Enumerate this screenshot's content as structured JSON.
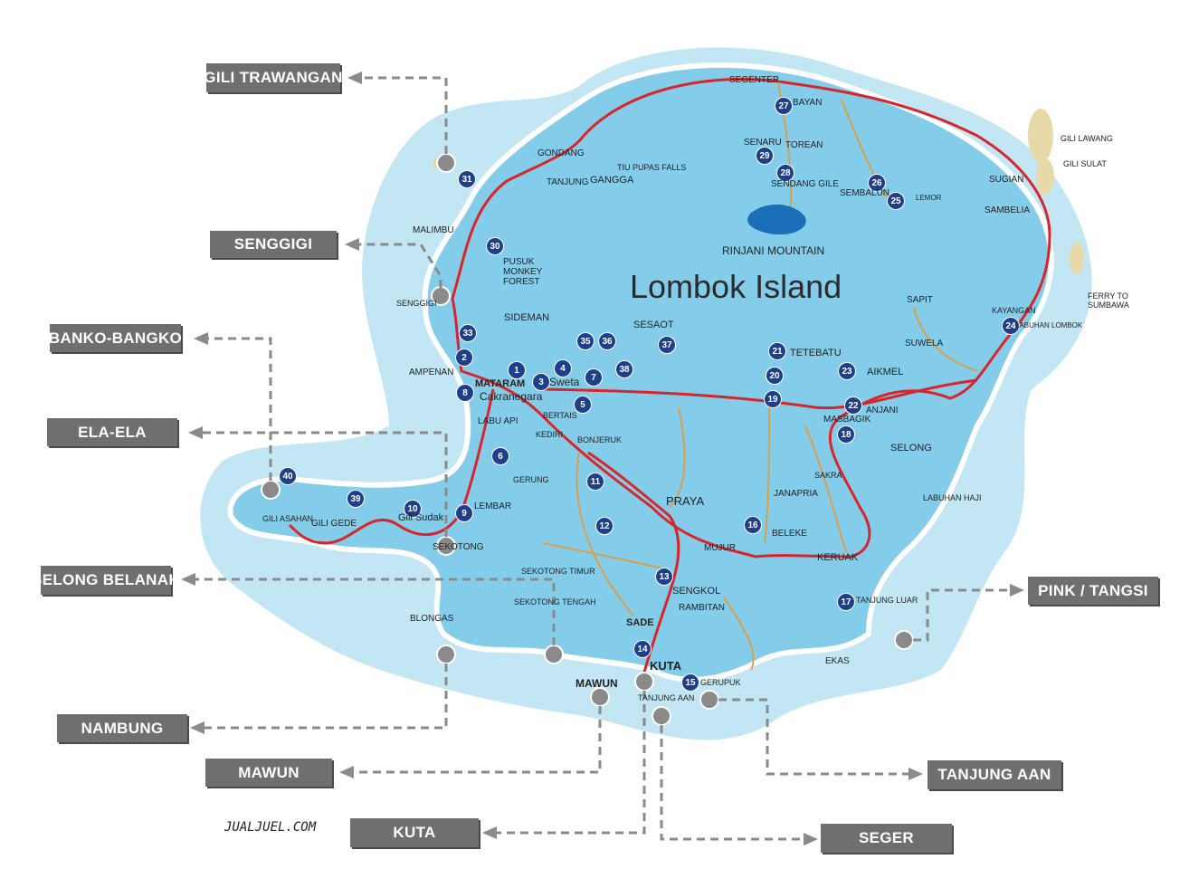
{
  "map": {
    "title": "Lombok Island",
    "watermark": "JUALJUEL.COM",
    "colors": {
      "sea": "#bfe3f3",
      "island": "#7fcbe8",
      "road": "#d7262b",
      "minor_road": "#e39a3c",
      "label_bg": "#6f6f6f",
      "marker": "#8a8a8a"
    }
  },
  "destinations": [
    {
      "id": "gili-trawangan",
      "label": "GILI TRAWANGAN"
    },
    {
      "id": "senggigi",
      "label": "SENGGIGI"
    },
    {
      "id": "banko-bangko",
      "label": "BANKO-BANGKO"
    },
    {
      "id": "ela-ela",
      "label": "ELA-ELA"
    },
    {
      "id": "selong-belanak",
      "label": "SELONG BELANAK"
    },
    {
      "id": "nambung",
      "label": "NAMBUNG"
    },
    {
      "id": "mawun",
      "label": "MAWUN"
    },
    {
      "id": "kuta",
      "label": "KUTA"
    },
    {
      "id": "pink-tangsi",
      "label": "PINK / TANGSI"
    },
    {
      "id": "tanjung-aan",
      "label": "TANJUNG AAN"
    },
    {
      "id": "seger",
      "label": "SEGER"
    }
  ],
  "places": {
    "segenter": "SEGENTER",
    "bayan": "BAYAN",
    "senaru": "SENARU",
    "torean": "TOREAN",
    "gondang": "GONDANG",
    "tanjung": "TANJUNG",
    "gangga": "GANGGA",
    "tiu_pupas": "TIU PUPAS FALLS",
    "sendang_gile": "SENDANG GILE",
    "sembalun": "SEMBALUN",
    "lemor": "LEMOR",
    "rinjani": "RINJANI MOUNTAIN",
    "gili_lawang": "GILI LAWANG",
    "gili_sulat": "GILI SULAT",
    "sugian": "SUGIAN",
    "sambelia": "SAMBELIA",
    "ferry": "FERRY TO SUMBAWA",
    "kayangan": "KAYANGAN",
    "labuhan_lombok": "LABUHAN LOMBOK",
    "sapit": "SAPIT",
    "malimbu": "MALIMBU",
    "pusuk": "PUSUK MONKEY FOREST",
    "senggigi": "SENGGIGI",
    "sideman": "SIDEMAN",
    "sesaot": "SESAOT",
    "mataram": "MATARAM",
    "cakranegara": "Cakranegara",
    "sweta": "Sweta",
    "ampenan": "AMPENAN",
    "tetebatu": "TETEBATU",
    "aikmel": "AIKMEL",
    "suwela": "SUWELA",
    "masbagik": "MASBAGIK",
    "selong": "SELONG",
    "anjani": "ANJANI",
    "labu_api": "LABU API",
    "kediri": "KEDIRI",
    "bertais": "BERTAIS",
    "bonjeruk": "BONJERUK",
    "praya": "PRAYA",
    "janapria": "JANAPRIA",
    "beleke": "BELEKE",
    "mujur": "MUJUR",
    "keruak": "KERUAK",
    "lembar": "LEMBAR",
    "sekotong": "SEKOTONG",
    "gili_sudak": "Gili Sudak",
    "gili_gede": "GILI GEDE",
    "gili_asahan": "GILI ASAHAN",
    "sengkol": "SENGKOL",
    "rambitan": "RAMBITAN",
    "sade": "SADE",
    "kuta": "KUTA",
    "mawun": "MAWUN",
    "gerupuk": "GERUPUK",
    "tanjung_aan": "TANJUNG AAN",
    "blongas": "BLONGAS",
    "ekas": "EKAS",
    "tanjung_luar": "TANJUNG LUAR",
    "labuhan_haji": "LABUHAN HAJI",
    "sakra": "SAKRA",
    "gerung": "GERUNG",
    "sekotong_timur": "SEKOTONG TIMUR",
    "sekotong_tengah": "SEKOTONG TENGAH"
  },
  "numbered_sites": [
    "1",
    "2",
    "3",
    "4",
    "5",
    "6",
    "7",
    "8",
    "9",
    "10",
    "11",
    "12",
    "13",
    "14",
    "15",
    "16",
    "17",
    "18",
    "19",
    "20",
    "21",
    "22",
    "23",
    "24",
    "25",
    "26",
    "27",
    "28",
    "29",
    "30",
    "31",
    "33",
    "35",
    "36",
    "37",
    "38",
    "39",
    "40"
  ]
}
